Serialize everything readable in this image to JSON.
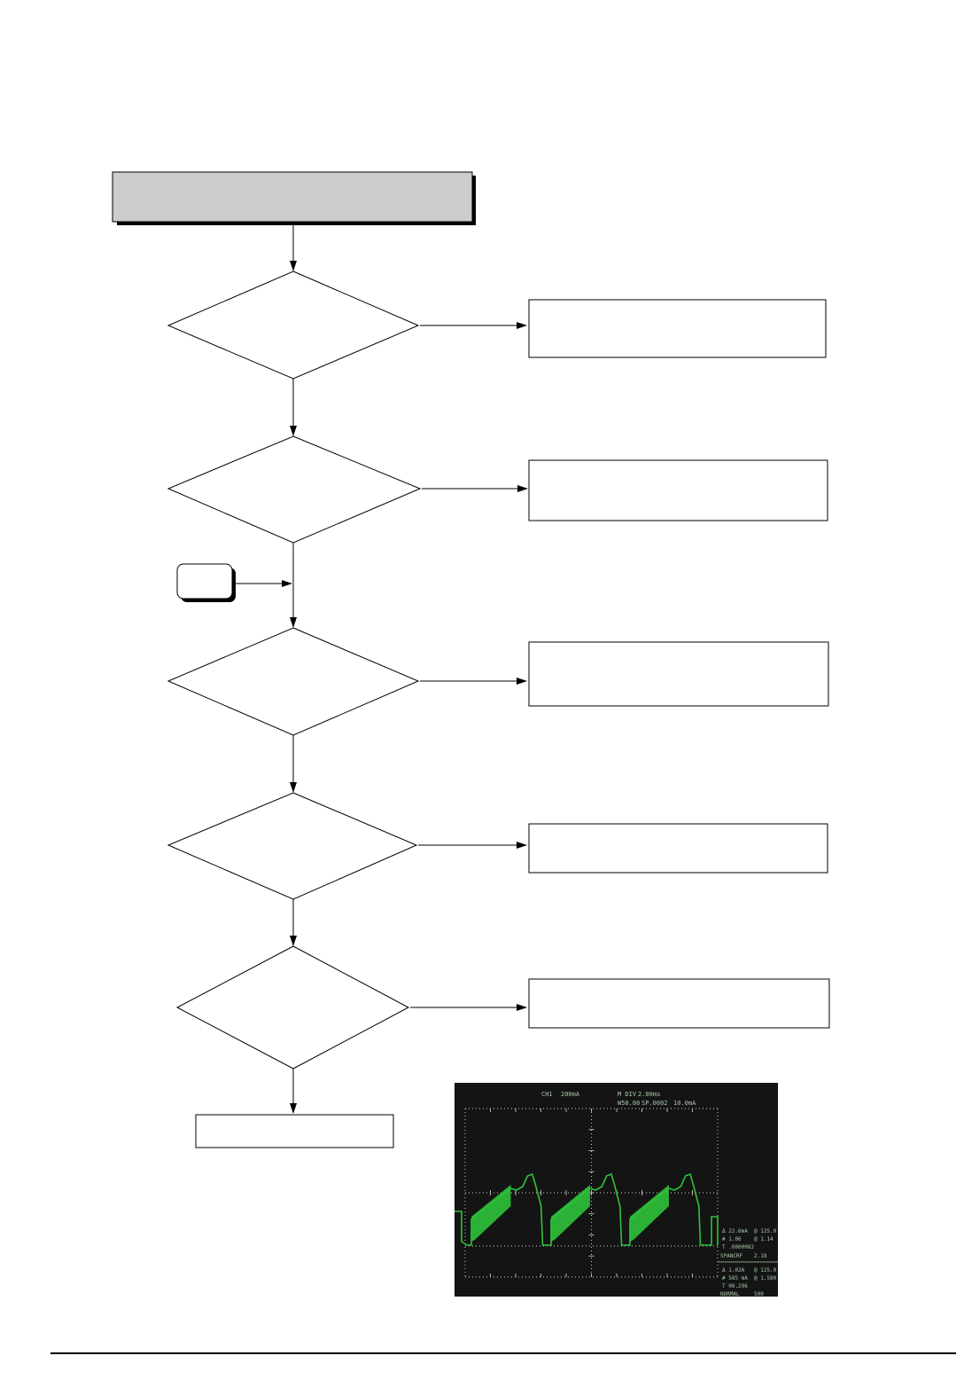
{
  "flowchart": {
    "title": "",
    "decisions": [
      {
        "label": "",
        "yes_label": "",
        "no_label": ""
      },
      {
        "label": "",
        "yes_label": "",
        "no_label": ""
      },
      {
        "label": "",
        "yes_label": "",
        "no_label": ""
      },
      {
        "label": "",
        "yes_label": "",
        "no_label": ""
      },
      {
        "label": "",
        "yes_label": "",
        "no_label": ""
      }
    ],
    "actions": [
      "",
      "",
      "",
      "",
      ""
    ],
    "connector_label": "",
    "end_label": ""
  },
  "oscilloscope": {
    "top_readout": [
      "CH1",
      "200mA",
      "M DIV",
      "2.00ms",
      "W50.00",
      "SP.0002",
      "10.0mA"
    ],
    "side_readout": [
      "Δ 22.6mA",
      "@ 125.0",
      "# 1.06",
      "@ 1.14",
      "T .0000082",
      "SPANCRF",
      "2.18",
      "Δ 1.02A",
      "@ 125.0",
      "# 585 mA",
      "@ 1.580",
      "T 00.296",
      "NORMAL",
      "500 "
    ],
    "trace_color": "#2ec23a",
    "background_color": "#141414",
    "grid_color": "#d8d8d8"
  }
}
